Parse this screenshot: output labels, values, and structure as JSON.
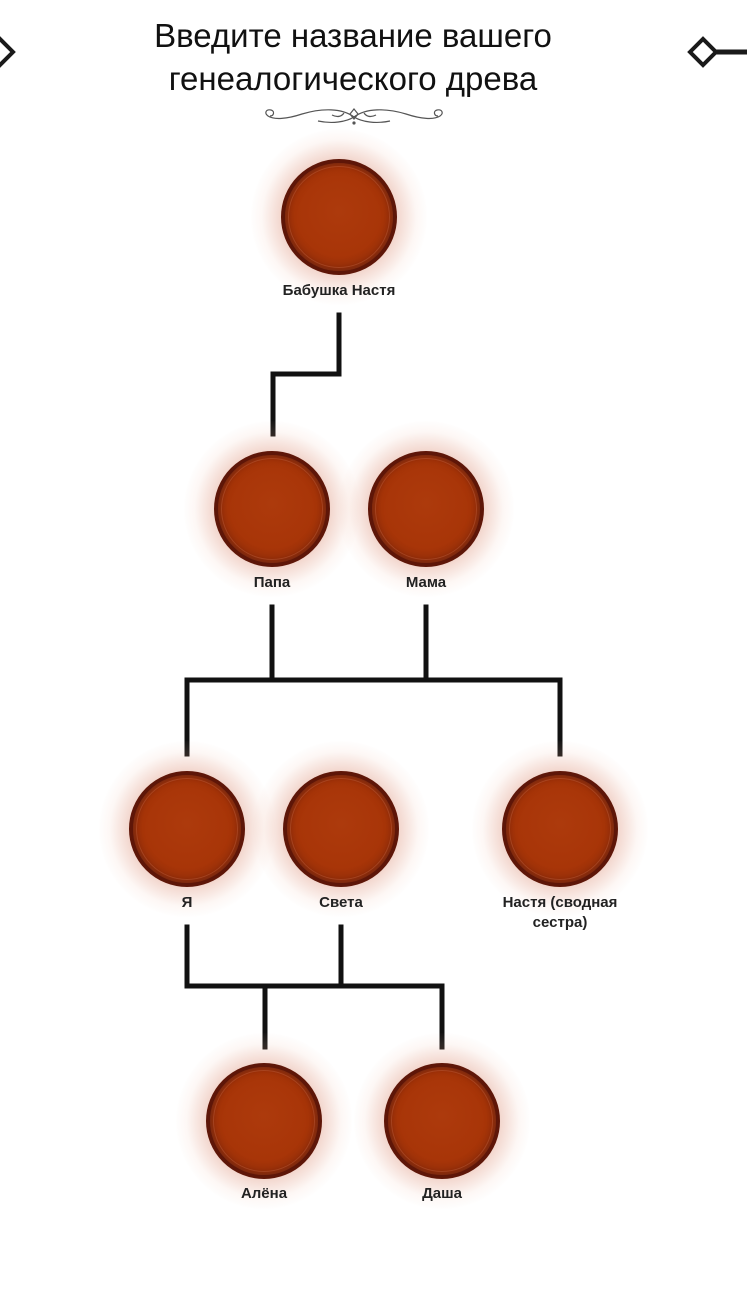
{
  "title": {
    "line1": "Введите название вашего",
    "line2": "генеалогического древа"
  },
  "colors": {
    "node_fill": "#a83508",
    "node_border": "#5e1608",
    "connector": "#111111",
    "label": "#222222"
  },
  "icons": {
    "title_ornament": "flourish-divider-icon",
    "left_decoration": "diamond-icon",
    "right_decoration": "diamond-key-icon"
  },
  "members": {
    "grandma": {
      "name": "Бабушка Настя",
      "generation": 1
    },
    "dad": {
      "name": "Папа",
      "generation": 2
    },
    "mom": {
      "name": "Мама",
      "generation": 2
    },
    "me": {
      "name": "Я",
      "generation": 3
    },
    "sveta": {
      "name": "Света",
      "generation": 3
    },
    "nastya_half": {
      "name": "Настя (сводная сестра)",
      "generation": 3
    },
    "alena": {
      "name": "Алёна",
      "generation": 4
    },
    "dasha": {
      "name": "Даша",
      "generation": 4
    }
  }
}
